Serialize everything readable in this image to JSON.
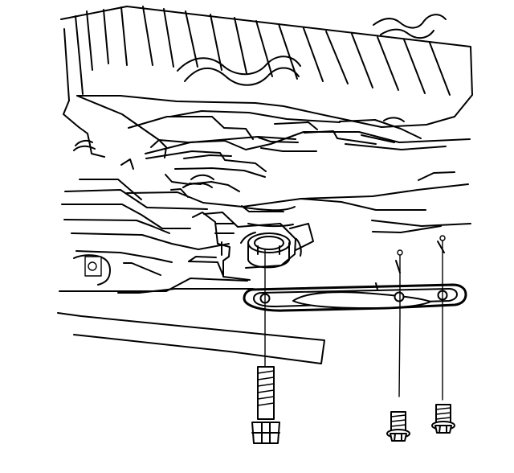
{
  "diagram": {
    "style": "black line-art exploded view",
    "background_color": "#ffffff",
    "ink_color": "#000000"
  },
  "parts": [
    {
      "name": "frame-crossmember"
    },
    {
      "name": "mount-bracket"
    },
    {
      "name": "insulator-bushing"
    },
    {
      "name": "retainer-plate"
    },
    {
      "name": "long-bolt"
    },
    {
      "name": "flange-bolt-center"
    },
    {
      "name": "flange-bolt-right"
    }
  ],
  "leader_lines": 3
}
